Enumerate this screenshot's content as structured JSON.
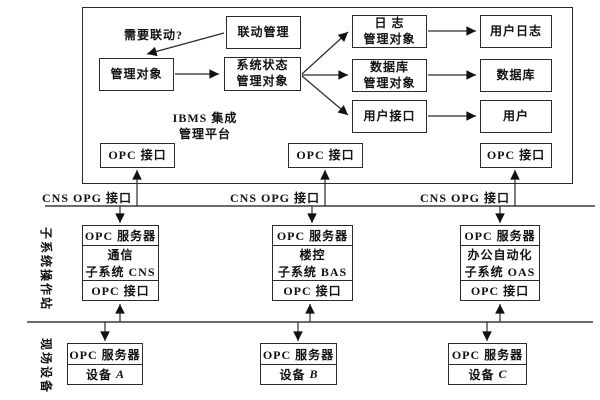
{
  "platform": {
    "title_l1": "IBMS 集成",
    "title_l2": "管理平台",
    "question": "需要联动?",
    "linkage_mgmt": "联动管理",
    "managed_obj": "管理对象",
    "sys_state_l1": "系统状态",
    "sys_state_l2": "管理对象",
    "log_mgr_l1": "日 志",
    "log_mgr_l2": "管理对象",
    "user_log": "用户日志",
    "db_mgr_l1": "数据库",
    "db_mgr_l2": "管理对象",
    "database": "数据库",
    "user_if": "用户接口",
    "user": "用户",
    "opc_if_left": "OPC 接口",
    "opc_if_mid": "OPC 接口",
    "opc_if_right": "OPC 接口"
  },
  "cns_labels": [
    "CNS OPG 接口",
    "CNS OPG 接口",
    "CNS OPG 接口"
  ],
  "side_labels": {
    "subsystems": "子系统操作站",
    "field_devices": "现场设备"
  },
  "subsystems": [
    {
      "server": "OPC 服务器",
      "name_l1": "通信",
      "name_l2": "子系统 CNS",
      "interface": "OPC 接口"
    },
    {
      "server": "OPC 服务器",
      "name_l1": "楼控",
      "name_l2": "子系统 BAS",
      "interface": "OPC 接口"
    },
    {
      "server": "OPC 服务器",
      "name_l1": "办公自动化",
      "name_l2": "子系统 OAS",
      "interface": "OPC 接口"
    }
  ],
  "devices": [
    {
      "server": "OPC 服务器",
      "label": "设备",
      "letter": "A"
    },
    {
      "server": "OPC 服务器",
      "label": "设备",
      "letter": "B"
    },
    {
      "server": "OPC 服务器",
      "label": "设备",
      "letter": "C"
    }
  ],
  "colors": {
    "line": "#2b2b2b",
    "bus": "#3a3a3a",
    "text": "#111111",
    "background": "#ffffff"
  }
}
